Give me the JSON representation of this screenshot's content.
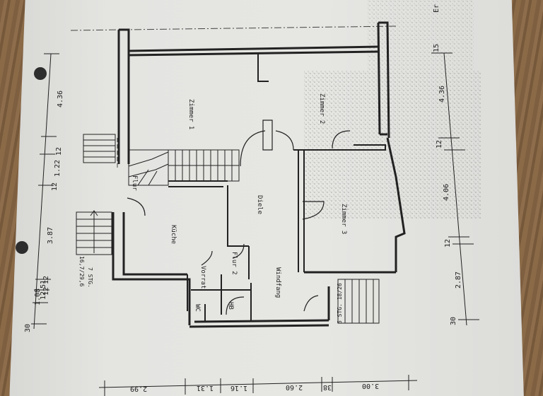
{
  "plan": {
    "rooms": {
      "zimmer1": "Zimmer 1",
      "zimmer2": "Zimmer 2",
      "zimmer3": "Zimmer 3",
      "diele": "Diele",
      "kueche": "Küche",
      "vorrat": "Vorrat",
      "flur1": "Flur",
      "flur2": "Flur 2",
      "windfang": "Windfang",
      "wc": "WC",
      "hb": "HB"
    },
    "stairs": {
      "left_count": "7 STG.",
      "left_ratio": "16,7/29,6",
      "entry": "6 STG. 18/26"
    },
    "dims_left": [
      "4.36",
      "12",
      "1.22",
      "12",
      "3.87",
      "12",
      "1.08",
      "12",
      "51",
      "12",
      "30"
    ],
    "dims_right": [
      "15",
      "4.36",
      "12",
      "4.06",
      "12",
      "2.87",
      "30"
    ],
    "dims_bottom": [
      "2.99",
      "1.31",
      "1.16",
      "2.60",
      "38",
      "3.00"
    ],
    "corner_mark": "Er"
  }
}
